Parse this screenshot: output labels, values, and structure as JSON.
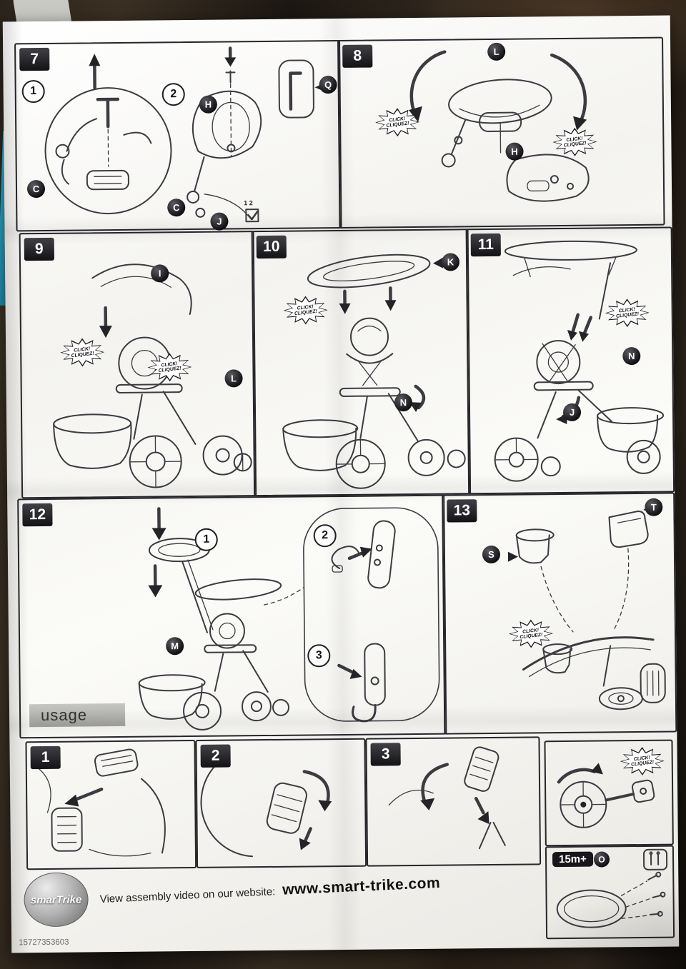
{
  "document": {
    "part_number": "15727353603",
    "usage_label": "usage",
    "click": {
      "line1": "CLICK!",
      "line2": "CLIQUEZ!"
    },
    "age_badge": "15m+",
    "footer": {
      "logo_text": "smarTrike",
      "caption": "View assembly video on our website:",
      "website": "www.smart-trike.com"
    },
    "steps": {
      "s7": "7",
      "s8": "8",
      "s9": "9",
      "s10": "10",
      "s11": "11",
      "s12": "12",
      "s13": "13"
    },
    "substeps": {
      "one": "1",
      "two": "2",
      "three": "3"
    },
    "usage_steps": {
      "u1": "1",
      "u2": "2",
      "u3": "3"
    },
    "letters": {
      "c": "C",
      "h": "H",
      "j": "J",
      "q": "Q",
      "l": "L",
      "i": "I",
      "n": "N",
      "k": "K",
      "m": "M",
      "s": "S",
      "t": "T",
      "o": "O"
    },
    "panel7": {
      "positions": "1 2"
    }
  }
}
